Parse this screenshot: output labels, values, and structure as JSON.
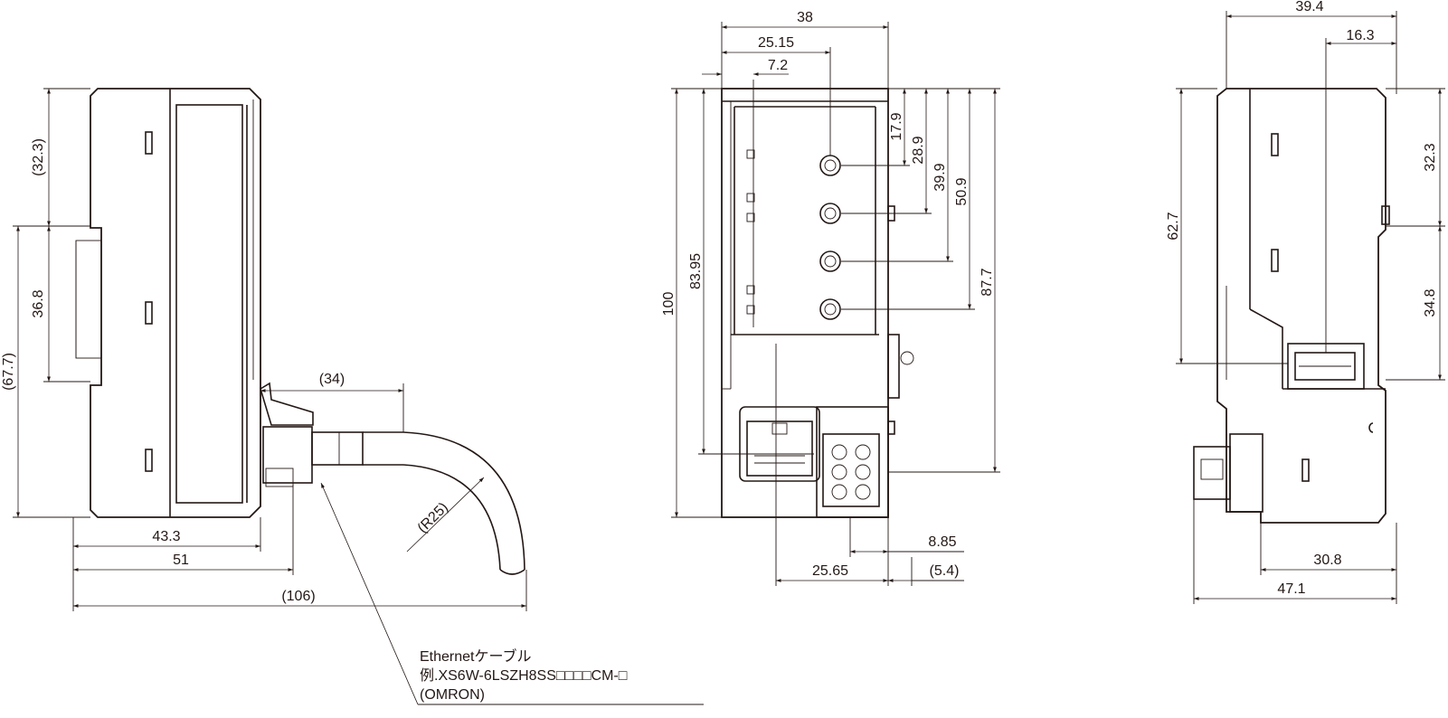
{
  "left_view": {
    "dims": {
      "d_32_3": "(32.3)",
      "d_36_8": "36.8",
      "d_67_7": "(67.7)",
      "d_34": "(34)",
      "d_43_3": "43.3",
      "d_51": "51",
      "d_106": "(106)",
      "d_r25": "(R25)"
    },
    "callout": {
      "line1": "Ethernetケーブル",
      "line2": "例.XS6W-6LSZH8SS□□□□CM-□",
      "line3": "(OMRON)"
    }
  },
  "front_view": {
    "dims": {
      "d_38": "38",
      "d_25_15": "25.15",
      "d_7_2": "7.2",
      "d_17_9": "17.9",
      "d_28_9": "28.9",
      "d_39_9": "39.9",
      "d_50_9": "50.9",
      "d_87_7": "87.7",
      "d_100": "100",
      "d_83_95": "83.95",
      "d_8_85": "8.85",
      "d_25_65": "25.65",
      "d_5_4": "(5.4)"
    }
  },
  "right_view": {
    "dims": {
      "d_39_4": "39.4",
      "d_16_3": "16.3",
      "d_62_7": "62.7",
      "d_32_3": "32.3",
      "d_34_8": "34.8",
      "d_30_8": "30.8",
      "d_47_1": "47.1"
    }
  }
}
